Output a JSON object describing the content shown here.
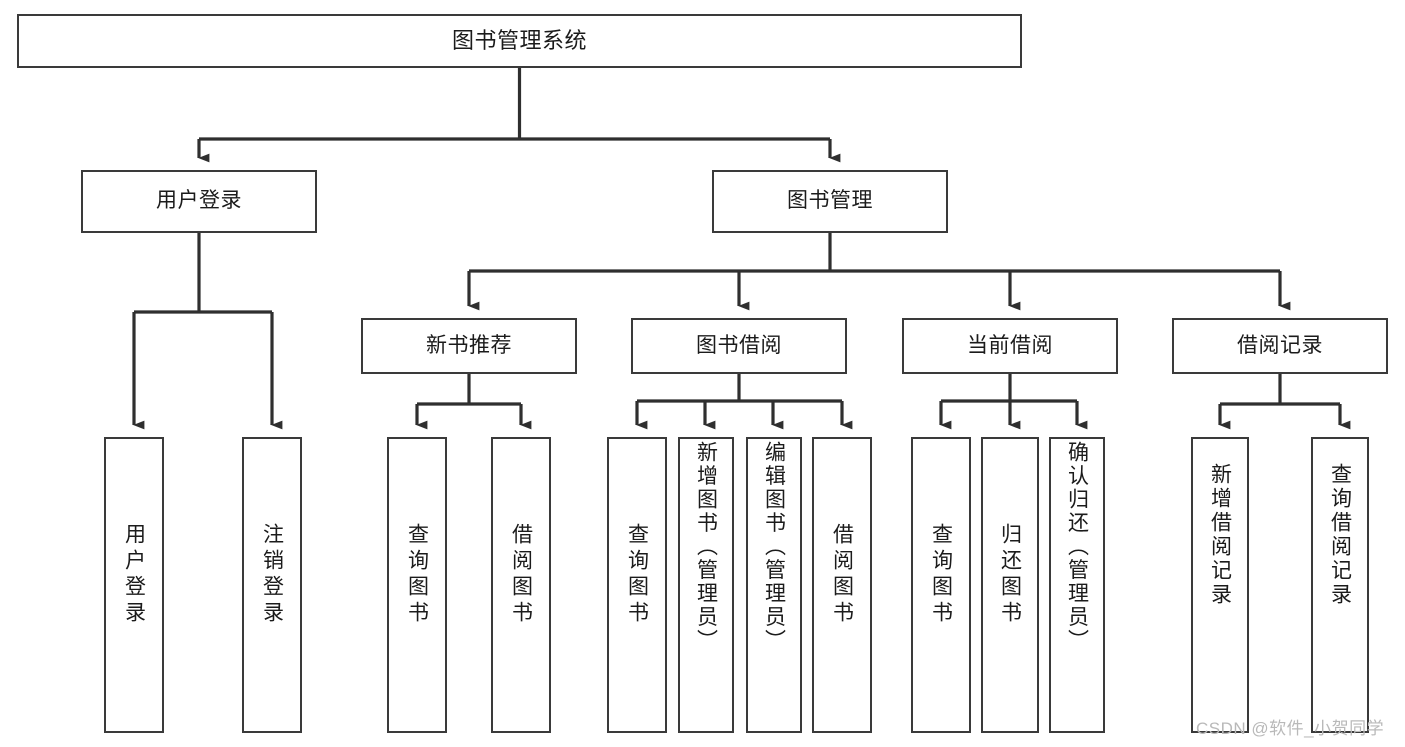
{
  "diagram": {
    "title": "图书管理系统",
    "type": "tree-hierarchy",
    "orientation": "top-down",
    "colors": {
      "box_border": "#3a3a3a",
      "box_fill": "#ffffff",
      "edge": "#2f2f2f",
      "text": "#1b1b1b",
      "watermark": "#b9b9b9",
      "background": "#ffffff"
    }
  },
  "watermark": {
    "text": "CSDN @软件_小贺同学"
  },
  "nodes": {
    "root": {
      "label": "图书管理系统"
    },
    "level1": [
      {
        "id": "user-login",
        "label": "用户登录"
      },
      {
        "id": "book-manage",
        "label": "图书管理"
      }
    ],
    "level2": [
      {
        "id": "new-book-rec",
        "label": "新书推荐"
      },
      {
        "id": "book-borrow",
        "label": "图书借阅"
      },
      {
        "id": "current-borrow",
        "label": "当前借阅"
      },
      {
        "id": "borrow-record",
        "label": "借阅记录"
      }
    ],
    "leaves": [
      {
        "id": "leaf-user-login",
        "label": "用户登录",
        "parent": "user-login"
      },
      {
        "id": "leaf-user-logout",
        "label": "注销登录",
        "parent": "user-login"
      },
      {
        "id": "leaf-query-book-1",
        "label": "查询图书",
        "parent": "new-book-rec"
      },
      {
        "id": "leaf-borrow-book-1",
        "label": "借阅图书",
        "parent": "new-book-rec"
      },
      {
        "id": "leaf-query-book-2",
        "label": "查询图书",
        "parent": "book-borrow"
      },
      {
        "id": "leaf-add-book",
        "label": "新增图书（管理员）",
        "parent": "book-borrow"
      },
      {
        "id": "leaf-edit-book",
        "label": "编辑图书（管理员）",
        "parent": "book-borrow"
      },
      {
        "id": "leaf-borrow-book-2",
        "label": "借阅图书",
        "parent": "book-borrow"
      },
      {
        "id": "leaf-query-book-3",
        "label": "查询图书",
        "parent": "current-borrow"
      },
      {
        "id": "leaf-return-book",
        "label": "归还图书",
        "parent": "current-borrow"
      },
      {
        "id": "leaf-confirm-return",
        "label": "确认归还（管理员）",
        "parent": "current-borrow"
      },
      {
        "id": "leaf-add-record",
        "label": "新增借阅记录",
        "parent": "borrow-record"
      },
      {
        "id": "leaf-query-record",
        "label": "查询借阅记录",
        "parent": "borrow-record"
      }
    ]
  }
}
